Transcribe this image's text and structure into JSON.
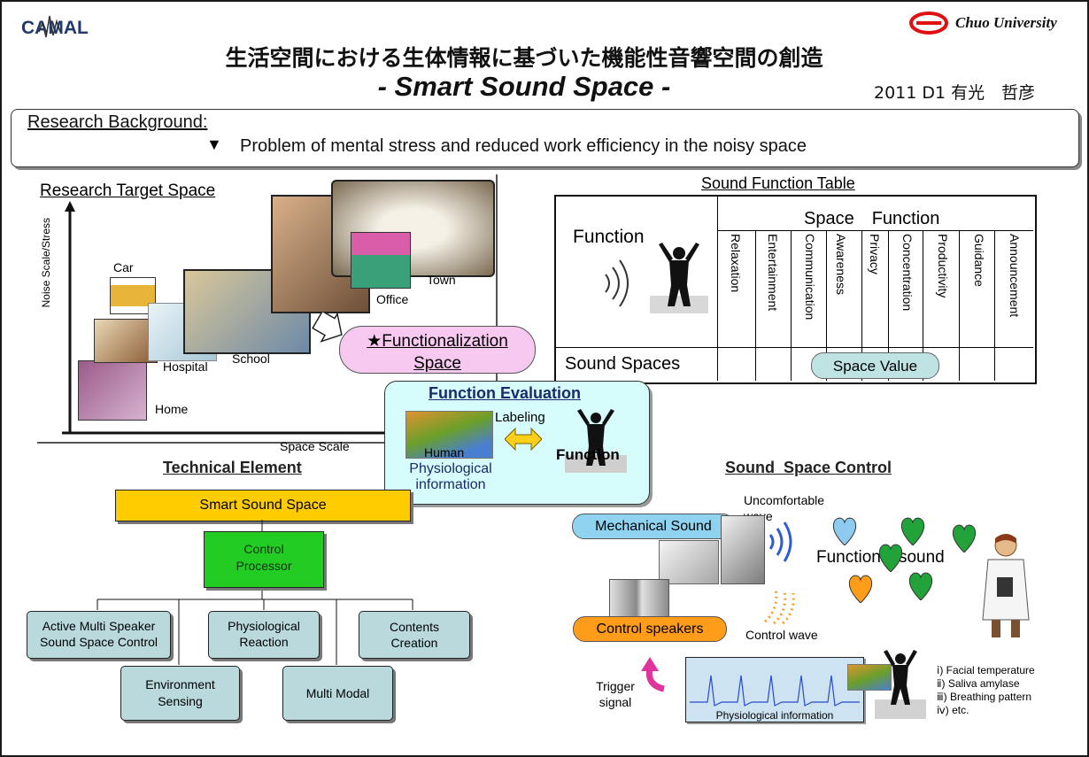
{
  "header": {
    "logo_text": "CAMAL",
    "university": "Chuo University",
    "title_jp": "生活空間における生体情報に基づいた機能性音響空間の創造",
    "title_en": "- Smart Sound Space -",
    "author": "2011 D1 有光　哲彦"
  },
  "background": {
    "heading": "Research Background:",
    "bullet": "▼",
    "text": "Problem of mental stress and reduced work efficiency in the noisy space"
  },
  "target": {
    "heading": "Research Target Space",
    "y_axis": "Noise Scale/Stress",
    "x_axis": "Space Scale",
    "labels": {
      "car": "Car",
      "hospital": "Hospital",
      "school": "School",
      "home": "Home",
      "office": "Office",
      "town": "Town"
    },
    "functionalization": "★Functionalization Space"
  },
  "function_table": {
    "heading": "Sound Function Table",
    "space_function": "Space　Function",
    "function_label": "Function",
    "sound_spaces": "Sound Spaces",
    "space_value": "Space Value",
    "columns": [
      "Relaxation",
      "Entertainment",
      "Communication",
      "Awareness",
      "Privacy",
      "Concentration",
      "Productivity",
      "Guidance",
      "Announcement"
    ]
  },
  "evaluation": {
    "heading": "Function Evaluation",
    "labeling": "Labeling",
    "human": "Human",
    "physio_info": "Physiological information",
    "function": "Function"
  },
  "technical": {
    "heading": "Technical Element",
    "root": "Smart Sound Space",
    "processor": "Control Processor",
    "children": [
      "Active Multi Speaker Sound Space Control",
      "Physiological Reaction",
      "Contents Creation",
      "Environment Sensing",
      "Multi Modal"
    ],
    "colors": {
      "root": "#ffcc00",
      "processor": "#22cc22",
      "child": "#b9d9dc"
    }
  },
  "control": {
    "heading": "Sound  Space Control",
    "uncomfortable": "Uncomfortable wave",
    "mechanical": "Mechanical Sound",
    "functional": "Functional sound",
    "speakers": "Control speakers",
    "control_wave": "Control wave",
    "trigger": "Trigger signal",
    "physio_info": "Physiological information",
    "measures": [
      "ⅰ) Facial temperature",
      "ⅱ) Saliva amylase",
      "ⅲ) Breathing pattern",
      "ⅳ) etc."
    ]
  }
}
